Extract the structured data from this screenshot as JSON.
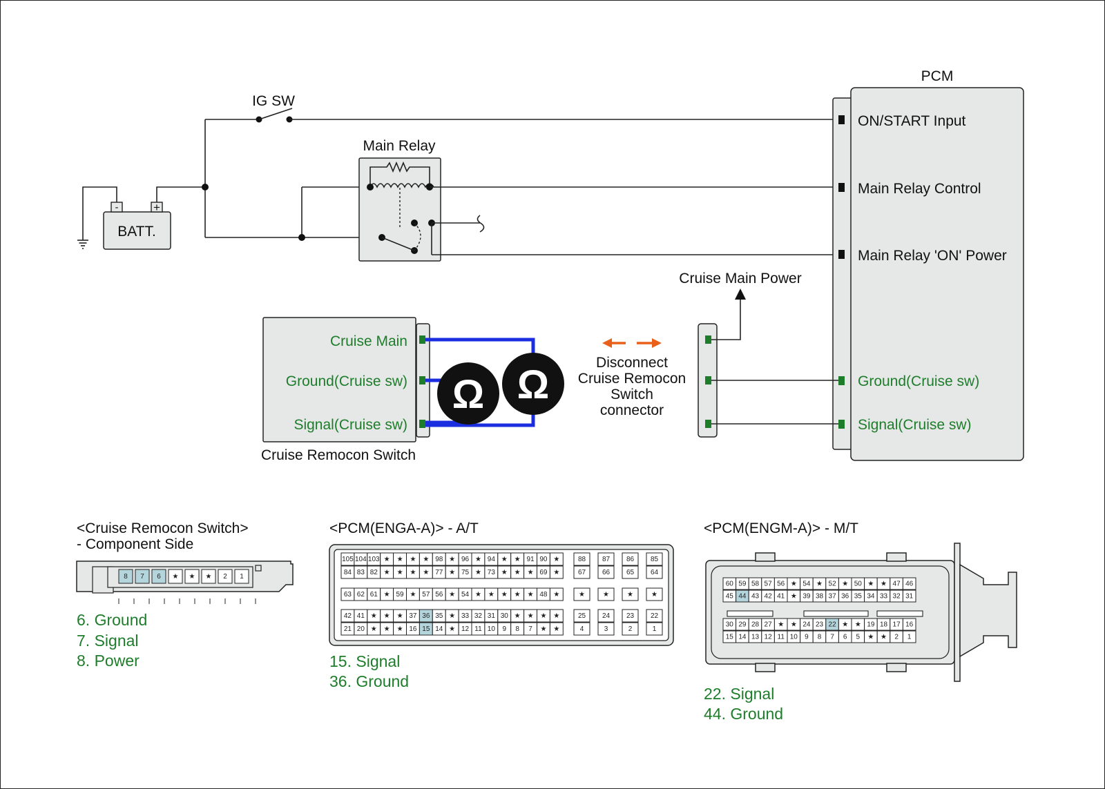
{
  "batt": {
    "label": "BATT.",
    "minus": "-",
    "plus": "+"
  },
  "ig_sw": {
    "label": "IG SW"
  },
  "main_relay": {
    "label": "Main Relay"
  },
  "pcm": {
    "title": "PCM",
    "pins": {
      "on_start": "ON/START Input",
      "relay_control": "Main Relay Control",
      "relay_on_power": "Main Relay 'ON' Power",
      "ground": "Ground(Cruise sw)",
      "signal": "Signal(Cruise sw)"
    }
  },
  "cruise_main_power": {
    "label": "Cruise Main Power"
  },
  "remocon": {
    "caption": "Cruise Remocon Switch",
    "pins": {
      "main": "Cruise Main",
      "ground": "Ground(Cruise sw)",
      "signal": "Signal(Cruise sw)"
    }
  },
  "ohm_symbol": "Ω",
  "disconnect_note": [
    "Disconnect",
    "Cruise Remocon",
    "Switch",
    "connector"
  ],
  "connectors": {
    "remocon": {
      "title": "<Cruise Remocon Switch>",
      "subtitle": "- Component Side",
      "pins": [
        "8",
        "7",
        "6",
        "★",
        "★",
        "★",
        "2",
        "1"
      ],
      "highlight": [
        "8",
        "7",
        "6"
      ],
      "legend": [
        "6. Ground",
        "7. Signal",
        "8. Power"
      ]
    },
    "pcm_at": {
      "title": "<PCM(ENGA-A)> - A/T",
      "main_rows": [
        [
          "105",
          "104",
          "103",
          "★",
          "★",
          "★",
          "★",
          "98",
          "★",
          "96",
          "★",
          "94",
          "★",
          "★",
          "91",
          "90",
          "★"
        ],
        [
          "84",
          "83",
          "82",
          "★",
          "★",
          "★",
          "★",
          "77",
          "★",
          "75",
          "★",
          "73",
          "★",
          "★",
          "★",
          "69",
          "★"
        ],
        [
          "63",
          "62",
          "61",
          "★",
          "59",
          "★",
          "57",
          "56",
          "★",
          "54",
          "★",
          "★",
          "★",
          "★",
          "★",
          "48",
          "★"
        ],
        [
          "42",
          "41",
          "★",
          "★",
          "★",
          "37",
          "36",
          "35",
          "★",
          "33",
          "32",
          "31",
          "30",
          "★",
          "★",
          "★",
          "★"
        ],
        [
          "21",
          "20",
          "★",
          "★",
          "★",
          "16",
          "15",
          "14",
          "★",
          "12",
          "11",
          "10",
          "9",
          "8",
          "7",
          "★",
          "★"
        ]
      ],
      "side_rows": [
        [
          "88",
          "87",
          "86",
          "85"
        ],
        [
          "67",
          "66",
          "65",
          "64"
        ],
        [
          "★",
          "★",
          "★",
          "★"
        ],
        [
          "25",
          "24",
          "23",
          "22"
        ],
        [
          "4",
          "3",
          "2",
          "1"
        ]
      ],
      "highlight": [
        "36",
        "15"
      ],
      "legend": [
        "15. Signal",
        "36. Ground"
      ]
    },
    "pcm_mt": {
      "title": "<PCM(ENGM-A)> - M/T",
      "rows": [
        [
          "60",
          "59",
          "58",
          "57",
          "56",
          "★",
          "54",
          "★",
          "52",
          "★",
          "50",
          "★",
          "★",
          "47",
          "46"
        ],
        [
          "45",
          "44",
          "43",
          "42",
          "41",
          "★",
          "39",
          "38",
          "37",
          "36",
          "35",
          "34",
          "33",
          "32",
          "31"
        ],
        [
          "30",
          "29",
          "28",
          "27",
          "★",
          "★",
          "24",
          "23",
          "22",
          "★",
          "★",
          "19",
          "18",
          "17",
          "16"
        ],
        [
          "15",
          "14",
          "13",
          "12",
          "11",
          "10",
          "9",
          "8",
          "7",
          "6",
          "5",
          "★",
          "★",
          "2",
          "1"
        ]
      ],
      "highlight": [
        "44",
        "22"
      ],
      "legend": [
        "22. Signal",
        "44. Ground"
      ]
    }
  },
  "colors": {
    "green_text": "#1e7d2a",
    "wire_blue": "#1a2ee0",
    "arrow_orange": "#e8601a",
    "pin_highlight": "#b5d5dc",
    "box_fill": "#e6e8e8"
  }
}
